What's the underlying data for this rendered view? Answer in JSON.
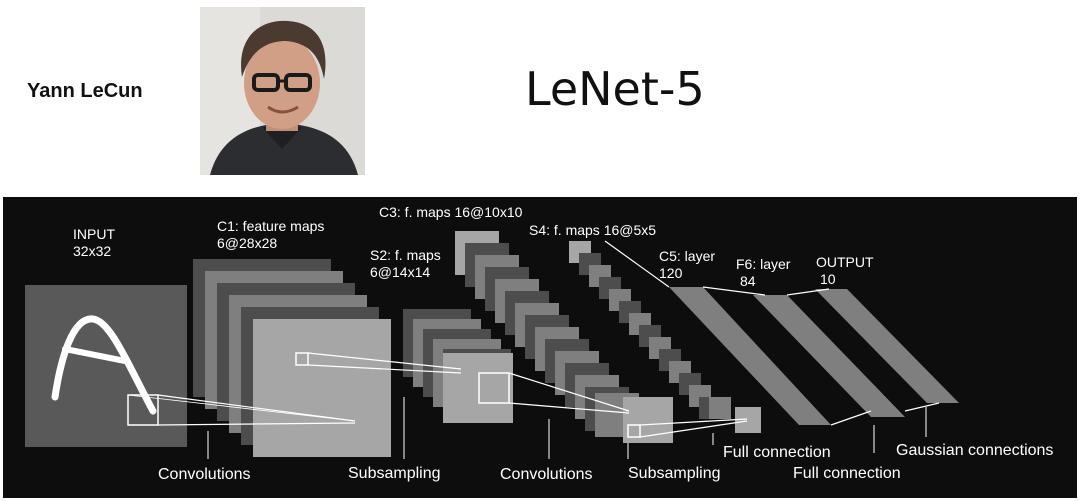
{
  "header": {
    "author_name": "Yann LeCun",
    "title": "LeNet-5"
  },
  "photo": {
    "icon": "person-portrait-icon"
  },
  "diagram": {
    "layers": [
      {
        "name_line1": "INPUT",
        "name_line2": "32x32"
      },
      {
        "name_line1": "C1: feature maps",
        "name_line2": "6@28x28"
      },
      {
        "name_line1": "S2: f. maps",
        "name_line2": "6@14x14"
      },
      {
        "name_line1": "C3: f. maps 16@10x10",
        "name_line2": ""
      },
      {
        "name_line1": "S4: f. maps 16@5x5",
        "name_line2": ""
      },
      {
        "name_line1": "C5: layer",
        "name_line2": "120"
      },
      {
        "name_line1": "F6: layer",
        "name_line2": "84"
      },
      {
        "name_line1": "OUTPUT",
        "name_line2": "10"
      }
    ],
    "operations": [
      "Convolutions",
      "Subsampling",
      "Convolutions",
      "Subsampling",
      "Full connection",
      "Full connection",
      "Gaussian connections"
    ],
    "colors": {
      "background": "#0d0d0d",
      "input_plane": "#595959",
      "map_light": "#a6a6a6",
      "map_mid": "#7f7f7f",
      "map_dark": "#4d4d4d",
      "text": "#ffffff"
    }
  }
}
